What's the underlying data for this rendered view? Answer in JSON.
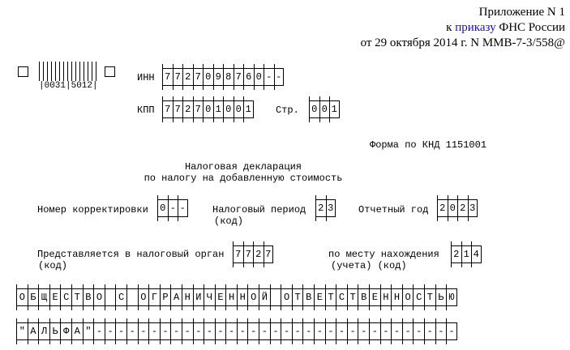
{
  "header": {
    "line1": "Приложение N 1",
    "line2_prefix": "к ",
    "line2_link": "приказу",
    "line2_suffix": " ФНС России",
    "line3": "от 29 октября 2014 г. N ММВ-7-3/558@"
  },
  "barcode": {
    "number": "|0031|5012|"
  },
  "inn": {
    "label": "ИНН",
    "cells": [
      "7",
      "7",
      "2",
      "7",
      "0",
      "9",
      "8",
      "7",
      "6",
      "0",
      "-",
      "-"
    ]
  },
  "kpp": {
    "label": "КПП",
    "cells": [
      "7",
      "7",
      "2",
      "7",
      "0",
      "1",
      "0",
      "0",
      "1"
    ]
  },
  "page": {
    "label": "Стр.",
    "cells": [
      "0",
      "0",
      "1"
    ]
  },
  "form_code": "Форма по КНД 1151001",
  "title": {
    "line1": "Налоговая декларация",
    "line2": "по налогу на добавленную стоимость"
  },
  "correction": {
    "label": "Номер корректировки",
    "cells": [
      "0",
      "-",
      "-"
    ]
  },
  "period": {
    "label": "Налоговый период",
    "sub": "(код)",
    "cells": [
      "2",
      "3"
    ]
  },
  "year": {
    "label": "Отчетный год",
    "cells": [
      "2",
      "0",
      "2",
      "3"
    ]
  },
  "tax_authority": {
    "label": "Представляется в налоговый орган",
    "sub": "(код)",
    "cells": [
      "7",
      "7",
      "2",
      "7"
    ]
  },
  "location": {
    "label": "по месту нахождения",
    "sub": "(учета) (код)",
    "cells": [
      "2",
      "1",
      "4"
    ]
  },
  "org_line1": [
    "О",
    "Б",
    "Щ",
    "Е",
    "С",
    "Т",
    "В",
    "О",
    "",
    "С",
    "",
    "О",
    "Г",
    "Р",
    "А",
    "Н",
    "И",
    "Ч",
    "Е",
    "Н",
    "Н",
    "О",
    "Й",
    "",
    "О",
    "Т",
    "В",
    "Е",
    "Т",
    "С",
    "Т",
    "В",
    "Е",
    "Н",
    "Н",
    "О",
    "С",
    "Т",
    "Ь",
    "Ю"
  ],
  "org_line2": [
    "\"",
    "А",
    "Л",
    "Ь",
    "Ф",
    "А",
    "\"",
    "-",
    "-",
    "-",
    "-",
    "-",
    "-",
    "-",
    "-",
    "-",
    "-",
    "-",
    "-",
    "-",
    "-",
    "-",
    "-",
    "-",
    "-",
    "-",
    "-",
    "-",
    "-",
    "-",
    "-",
    "-",
    "-",
    "-",
    "-",
    "-",
    "-",
    "-",
    "-",
    "-"
  ]
}
